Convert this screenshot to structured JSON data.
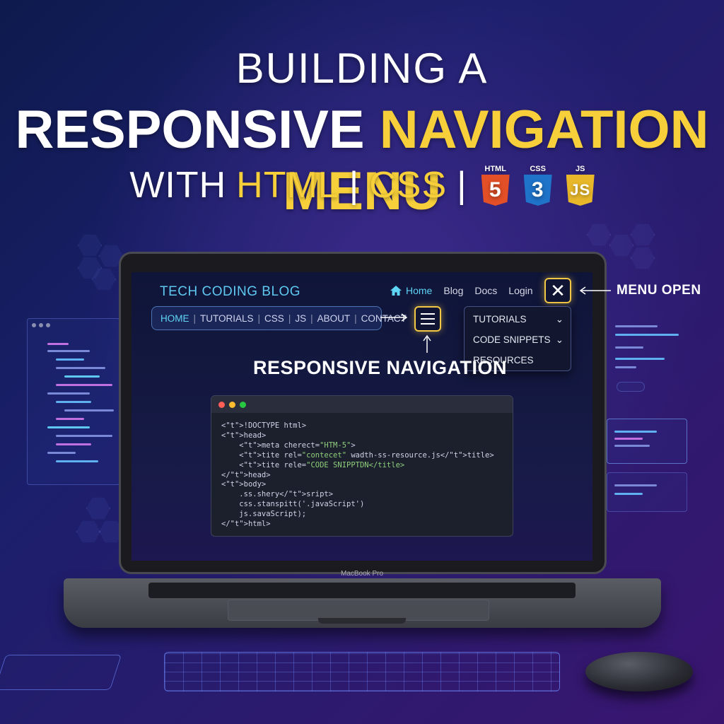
{
  "headline": {
    "line1": "BUILDING A",
    "line2_white": "RESPONSIVE ",
    "line2_yellow": "NAVIGATION MENU",
    "line3_with": "WITH",
    "line3_html": "HTML",
    "line3_sep1": "|",
    "line3_css": "CSS",
    "line3_sep2": "|"
  },
  "badges": [
    {
      "label": "HTML",
      "glyph": "5",
      "color": "#e34f26"
    },
    {
      "label": "CSS",
      "glyph": "3",
      "color": "#1f73c9"
    },
    {
      "label": "JS",
      "glyph": "JS",
      "color": "#e8b82a"
    }
  ],
  "site": {
    "brand": "TECH CODING BLOG",
    "top_nav": {
      "home": "Home",
      "blog": "Blog",
      "docs": "Docs",
      "login": "Login"
    },
    "close_glyph": "✕",
    "sub_nav": {
      "home": "HOME",
      "tutorials": "TUTORIALS",
      "css": "CSS",
      "js": "JS",
      "about": "ABOUT",
      "contact": "CONTACT",
      "sep": "|"
    },
    "dropdown": [
      {
        "label": "TUTORIALS",
        "chevron": "⌄"
      },
      {
        "label": "CODE SNIPPETS",
        "chevron": "⌄"
      },
      {
        "label": "RESOURCES",
        "chevron": ""
      }
    ],
    "heading": "RESPONSIVE NAVIGATION"
  },
  "code_lines": [
    "<!DOCTYPE html>",
    "<head>",
    "    <meta cherect=\"HTM-5\">",
    "    <tite rel=\"contecet\" wadth-ss-resource.js</title>",
    "    <tite rele=\"CODE SNIPPTDN</title>",
    "</head>",
    "<body>",
    "    .ss.shery</sript>",
    "    css.stanspitt('.javaScript')",
    "    js.savaScript);",
    "</html>"
  ],
  "laptop_label": "MacBook Pro",
  "annotation": "MENU OPEN",
  "colors": {
    "accent_yellow": "#f6cf3a",
    "accent_cyan": "#5fd4f5",
    "background_top": "#0e1a4d",
    "background_bottom": "#3a1570"
  },
  "icons": [
    "html5-icon",
    "css3-icon",
    "js-icon",
    "home-icon",
    "close-icon",
    "hamburger-icon",
    "chevron-down-icon",
    "arrow-right-icon",
    "arrow-up-icon",
    "arrow-left-icon"
  ]
}
